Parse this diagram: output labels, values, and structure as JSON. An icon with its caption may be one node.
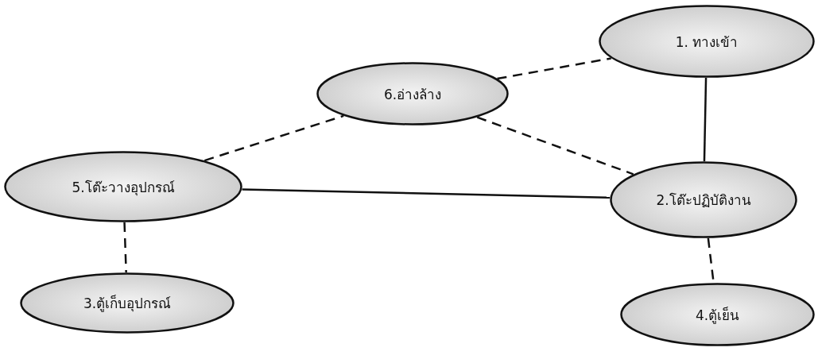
{
  "diagram": {
    "nodes": [
      {
        "text": [
          "1. ทางเข้า"
        ]
      },
      {
        "text": [
          "6.อ่างล้าง"
        ]
      },
      {
        "text": [
          "5.โต๊ะวางอุปกรณ์"
        ]
      },
      {
        "text": [
          "2.โต๊ะปฏิบัติงาน"
        ]
      },
      {
        "text": [
          "3.ตู้เก็บอุปกรณ์"
        ]
      },
      {
        "text": [
          "4.ตู้เย็น"
        ]
      }
    ],
    "edges": [
      {
        "from": 1,
        "to": 0,
        "arrow": "none",
        "style": "dashed"
      },
      {
        "from": 1,
        "to": 3,
        "arrow": "none",
        "style": "dashed"
      },
      {
        "from": 2,
        "to": 1,
        "arrow": "none",
        "style": "dashed"
      },
      {
        "from": 0,
        "to": 3,
        "arrow": "none"
      },
      {
        "from": 2,
        "to": 3,
        "arrow": "none"
      },
      {
        "from": 2,
        "to": 4,
        "arrow": "none",
        "style": "dashed"
      },
      {
        "from": 3,
        "to": 5,
        "arrow": "none",
        "style": "dashed"
      }
    ]
  }
}
